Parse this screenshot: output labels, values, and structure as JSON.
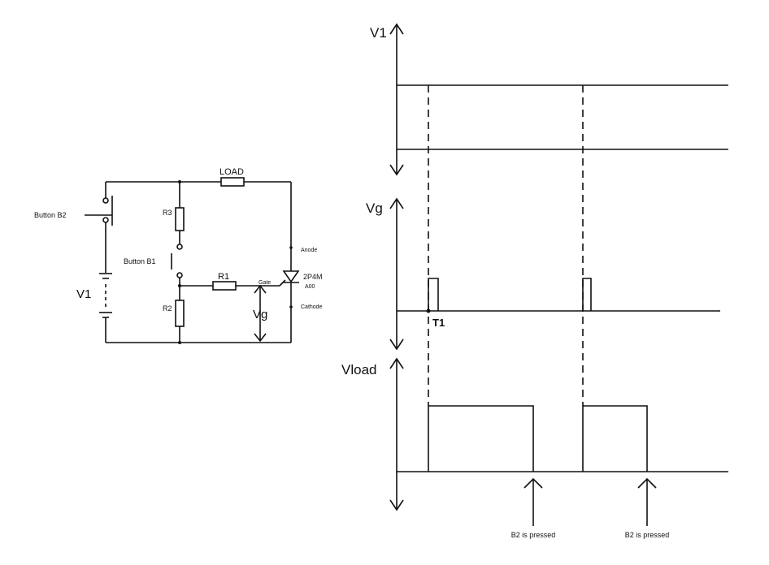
{
  "circuit": {
    "button_b2": "Button B2",
    "button_b1": "Button B1",
    "load": "LOAD",
    "r3": "R3",
    "r1": "R1",
    "r2": "R2",
    "v1": "V1",
    "vg": "Vg",
    "scr_part": "2P4M",
    "scr_part2": "A00",
    "anode": "Anode",
    "gate": "Gate",
    "cathode": "Cathode"
  },
  "waveforms": {
    "v1_label": "V1",
    "vg_label": "Vg",
    "vload_label": "Vload",
    "t1_label": "T1",
    "b2_pressed_1": "B2 is pressed",
    "b2_pressed_2": "B2 is pressed"
  }
}
